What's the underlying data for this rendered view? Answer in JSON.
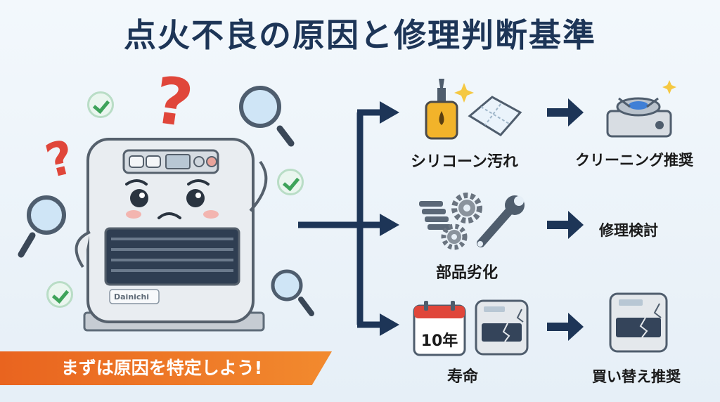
{
  "title": "点火不良の原因と修理判断基準",
  "banner": "まずは原因を特定しよう!",
  "heater": {
    "brand": "Dainichi"
  },
  "calendar_label": "10年",
  "rows": [
    {
      "cause": "シリコーン汚れ",
      "action": "クリーニング推奨"
    },
    {
      "cause": "部品劣化",
      "action": "修理検討"
    },
    {
      "cause": "寿命",
      "action": "買い替え推奨"
    }
  ],
  "colors": {
    "title": "#1d3557",
    "arrows": "#1d3557",
    "banner": "#e9641f",
    "question": "#e0463a",
    "check": "#3ea35a"
  }
}
